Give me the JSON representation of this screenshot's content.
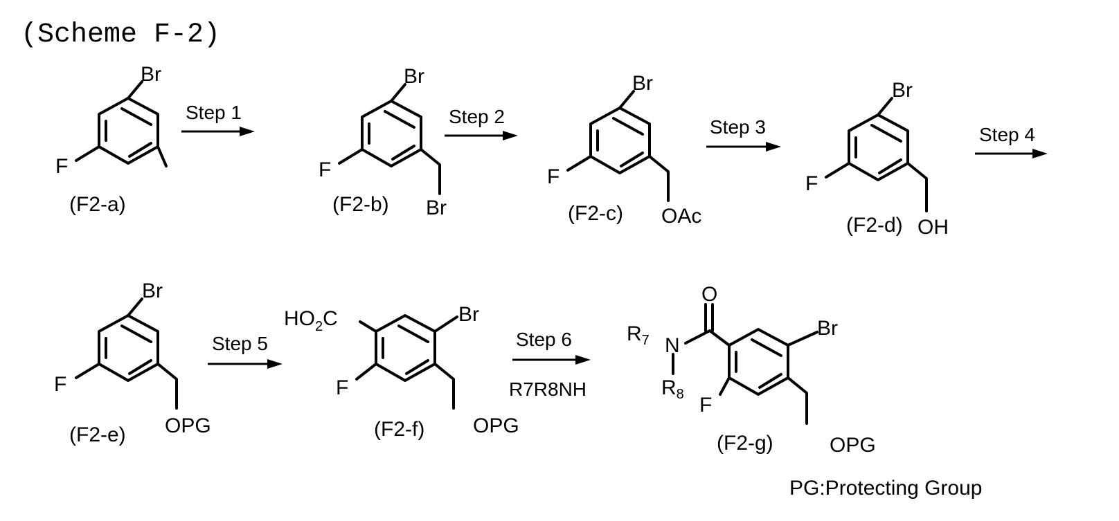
{
  "title": "(Scheme F-2)",
  "compounds": {
    "a": {
      "label": "(F2-a)",
      "top": "Br",
      "left": "F"
    },
    "b": {
      "label": "(F2-b)",
      "top": "Br",
      "left": "F",
      "side": "Br"
    },
    "c": {
      "label": "(F2-c)",
      "top": "Br",
      "left": "F",
      "side": "OAc"
    },
    "d": {
      "label": "(F2-d)",
      "top": "Br",
      "left": "F",
      "side": "OH"
    },
    "e": {
      "label": "(F2-e)",
      "top": "Br",
      "left": "F",
      "side": "OPG"
    },
    "f": {
      "label": "(F2-f)",
      "top": "Br",
      "left": "F",
      "side": "OPG",
      "acid": "HO",
      "acid_sub": "2",
      "acid_c": "C"
    },
    "g": {
      "label": "(F2-g)",
      "top": "Br",
      "left": "F",
      "side": "OPG",
      "oxygen": "O",
      "nitrogen": "N",
      "r7": "R",
      "r7_sub": "7",
      "r8": "R",
      "r8_sub": "8"
    }
  },
  "steps": {
    "s1": {
      "label": "Step 1"
    },
    "s2": {
      "label": "Step 2"
    },
    "s3": {
      "label": "Step 3"
    },
    "s4": {
      "label": "Step 4"
    },
    "s5": {
      "label": "Step 5"
    },
    "s6": {
      "label": "Step 6",
      "reagent": "R7R8NH"
    }
  },
  "footnote": "PG:Protecting Group"
}
